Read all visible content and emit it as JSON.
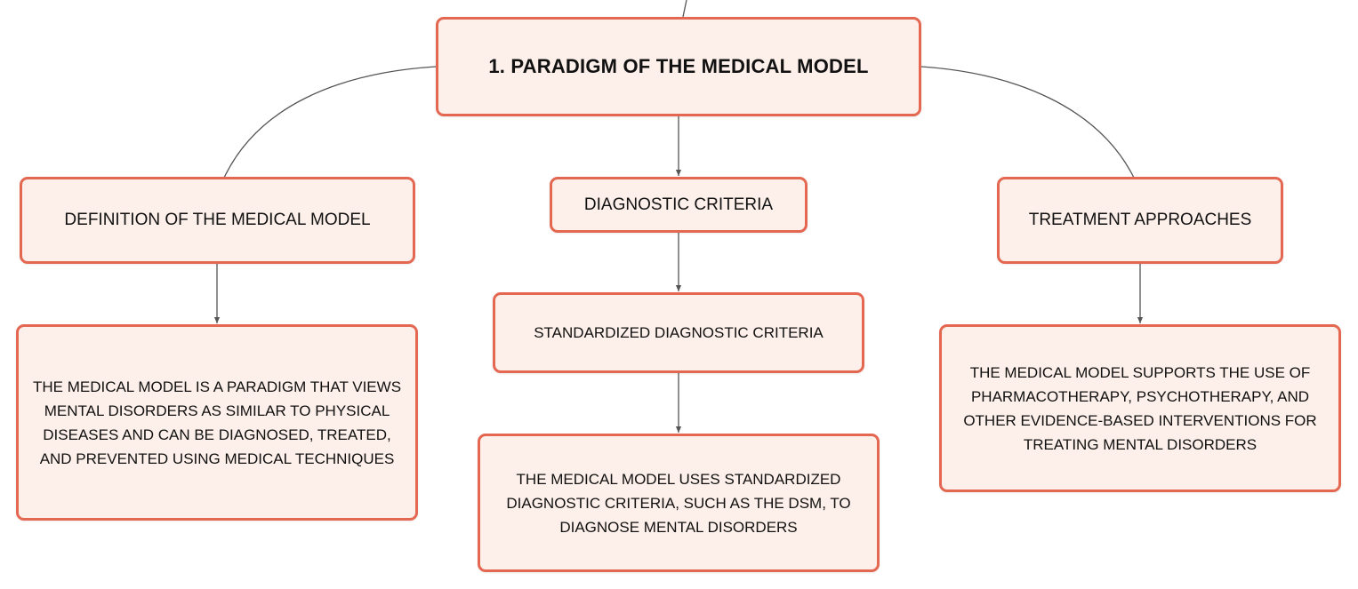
{
  "diagram": {
    "root": {
      "label": "1. PARADIGM OF THE MEDICAL MODEL"
    },
    "branches": [
      {
        "label": "DEFINITION OF THE MEDICAL MODEL",
        "detail": "THE MEDICAL MODEL IS A PARADIGM THAT VIEWS MENTAL DISORDERS AS SIMILAR TO PHYSICAL DISEASES AND CAN BE DIAGNOSED, TREATED, AND PREVENTED USING MEDICAL TECHNIQUES"
      },
      {
        "label": "DIAGNOSTIC CRITERIA",
        "sub_label": "STANDARDIZED DIAGNOSTIC CRITERIA",
        "detail": "THE MEDICAL MODEL USES STANDARDIZED DIAGNOSTIC CRITERIA, SUCH AS THE DSM, TO DIAGNOSE MENTAL DISORDERS"
      },
      {
        "label": "TREATMENT APPROACHES",
        "detail": "THE MEDICAL MODEL SUPPORTS THE USE OF PHARMACOTHERAPY, PSYCHOTHERAPY, AND OTHER EVIDENCE-BASED INTERVENTIONS FOR TREATING MENTAL DISORDERS"
      }
    ]
  },
  "colors": {
    "node_fill": "#fdefe9",
    "node_border": "#e46752",
    "connector": "#555555",
    "text": "#111111"
  }
}
